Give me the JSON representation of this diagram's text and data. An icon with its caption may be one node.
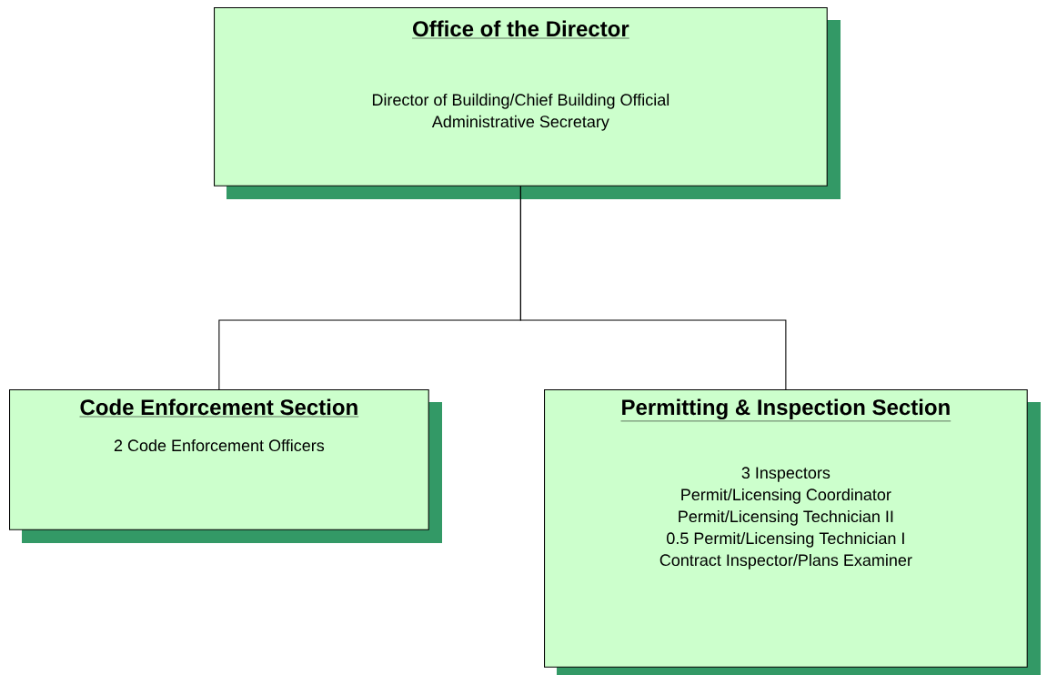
{
  "diagram": {
    "nodes": [
      {
        "text": [
          "Office of the Director",
          "Director of Building/Chief Building Official",
          "Administrative Secretary"
        ]
      },
      {
        "text": [
          "Code Enforcement Section",
          "2 Code Enforcement Officers"
        ]
      },
      {
        "text": [
          "Permitting & Inspection Section",
          "3 Inspectors",
          "Permit/Licensing Coordinator",
          "Permit/Licensing Technician II",
          "0.5 Permit/Licensing Technician I",
          "Contract Inspector/Plans Examiner"
        ]
      }
    ],
    "edges": [
      {
        "from": 0,
        "to": 1,
        "arrow": "none"
      },
      {
        "from": 0,
        "to": 2,
        "arrow": "none"
      }
    ]
  }
}
